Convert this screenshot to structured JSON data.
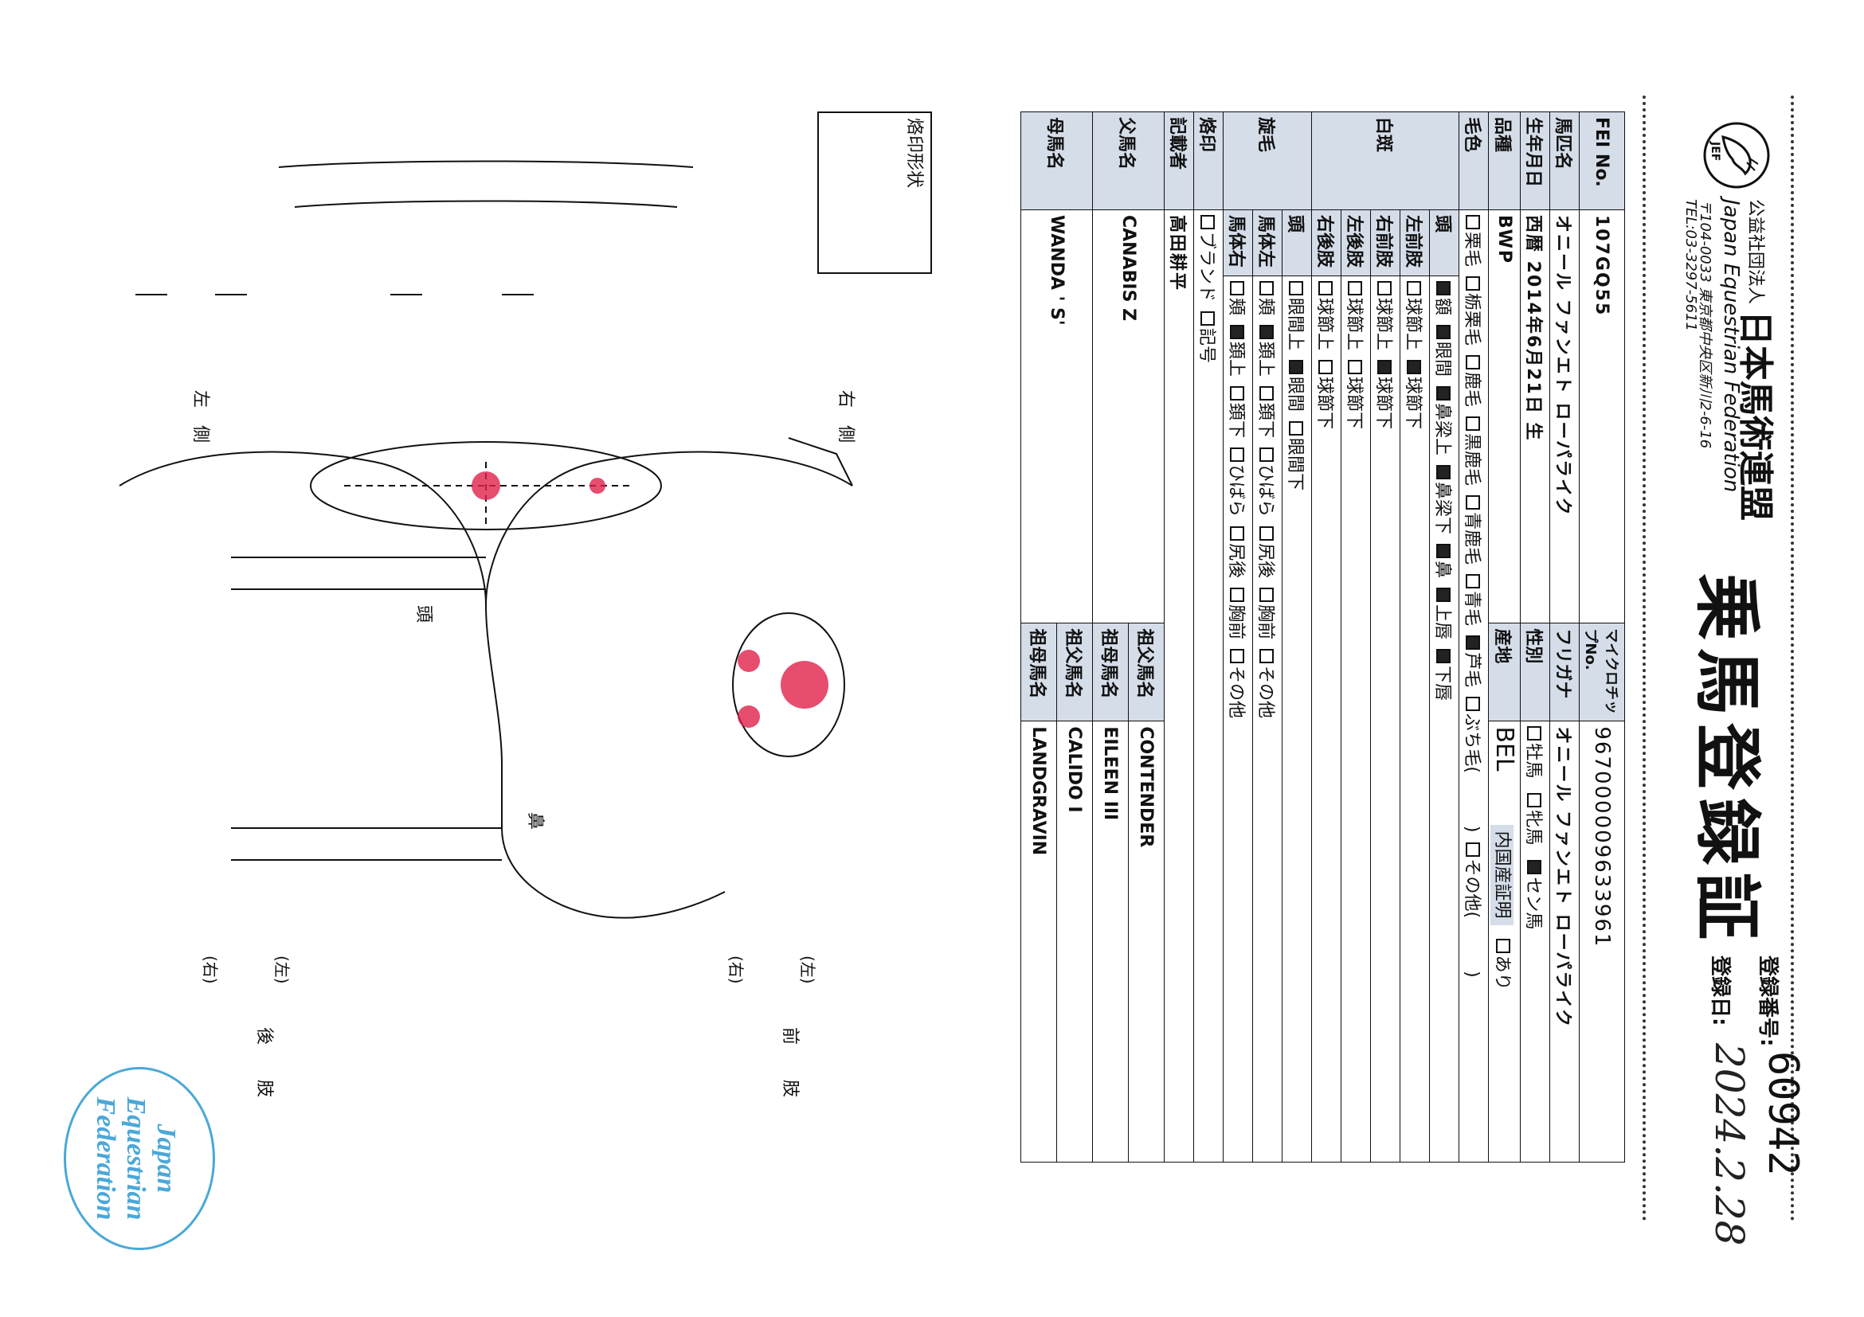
{
  "header": {
    "org_kind": "公益社団法人",
    "org_name": "日本馬術連盟",
    "org_en": "Japan Equestrian Federation",
    "org_address": "〒104-0033 東京都中央区新川2-6-16",
    "org_tel": "TEL:03-3297-5611",
    "logo_text": "JEF",
    "title": "乗馬登録証",
    "reg_no_label": "登録番号:",
    "reg_no": "60942",
    "reg_date_label": "登録日:",
    "reg_date": "2024.2.28"
  },
  "record": {
    "fei_label": "FEI No.",
    "fei_no": "107GQ55",
    "microchip_label": "マイクロチップNo.",
    "microchip": "967000009633961",
    "name_label": "馬匹名",
    "name": "オニール ファンエト ローパライク",
    "furigana_label": "フリガナ",
    "furigana": "オニール ファンエト ローパライク",
    "dob_label": "生年月日",
    "dob": "西暦 2014年6月21日 生",
    "sex_label": "性別",
    "sex_options": [
      {
        "label": "牡馬",
        "checked": false
      },
      {
        "label": "牝馬",
        "checked": false
      },
      {
        "label": "セン馬",
        "checked": true
      }
    ],
    "breed_label": "品種",
    "breed": "BWP",
    "origin_label": "産地",
    "origin": "BEL",
    "domestic_label": "内国産証明",
    "domestic_option": "あり",
    "color_label": "毛色",
    "colors": [
      {
        "label": "栗毛",
        "checked": false
      },
      {
        "label": "栃栗毛",
        "checked": false
      },
      {
        "label": "鹿毛",
        "checked": false
      },
      {
        "label": "黒鹿毛",
        "checked": false
      },
      {
        "label": "青鹿毛",
        "checked": false
      },
      {
        "label": "青毛",
        "checked": false
      },
      {
        "label": "芦毛",
        "checked": true
      },
      {
        "label": "ぶち毛(　　　)",
        "checked": false
      },
      {
        "label": "その他(　　　)",
        "checked": false
      }
    ],
    "white_label": "白斑",
    "white_groups": [
      {
        "label": "頭",
        "opts": [
          {
            "label": "額",
            "checked": true
          },
          {
            "label": "眼間",
            "checked": true
          },
          {
            "label": "鼻梁上",
            "checked": true
          },
          {
            "label": "鼻梁下",
            "checked": true
          },
          {
            "label": "鼻",
            "checked": true
          },
          {
            "label": "上唇",
            "checked": true
          },
          {
            "label": "下唇",
            "checked": true
          }
        ]
      },
      {
        "label": "左前肢",
        "opts": [
          {
            "label": "球節上",
            "checked": false
          },
          {
            "label": "球節下",
            "checked": true
          }
        ]
      },
      {
        "label": "右前肢",
        "opts": [
          {
            "label": "球節上",
            "checked": false
          },
          {
            "label": "球節下",
            "checked": true
          }
        ]
      },
      {
        "label": "左後肢",
        "opts": [
          {
            "label": "球節上",
            "checked": false
          },
          {
            "label": "球節下",
            "checked": false
          }
        ]
      },
      {
        "label": "右後肢",
        "opts": [
          {
            "label": "球節上",
            "checked": false
          },
          {
            "label": "球節下",
            "checked": false
          }
        ]
      }
    ],
    "whorl_label": "旋毛",
    "whorl_groups": [
      {
        "label": "頭",
        "opts": [
          {
            "label": "眼間上",
            "checked": false
          },
          {
            "label": "眼間",
            "checked": true
          },
          {
            "label": "眼間下",
            "checked": false
          }
        ]
      },
      {
        "label": "馬体左",
        "opts": [
          {
            "label": "頬",
            "checked": false
          },
          {
            "label": "頚上",
            "checked": true
          },
          {
            "label": "頚下",
            "checked": false
          },
          {
            "label": "ひばら",
            "checked": false
          },
          {
            "label": "尻後",
            "checked": false
          },
          {
            "label": "胸前",
            "checked": false
          },
          {
            "label": "その他",
            "checked": false
          }
        ]
      },
      {
        "label": "馬体右",
        "opts": [
          {
            "label": "頬",
            "checked": false
          },
          {
            "label": "頚上",
            "checked": true
          },
          {
            "label": "頚下",
            "checked": false
          },
          {
            "label": "ひばら",
            "checked": false
          },
          {
            "label": "尻後",
            "checked": false
          },
          {
            "label": "胸前",
            "checked": false
          },
          {
            "label": "その他",
            "checked": false
          }
        ]
      }
    ],
    "brand_label": "烙印",
    "brand_options": [
      {
        "label": "ブランド",
        "checked": false
      },
      {
        "label": "記号",
        "checked": false
      }
    ],
    "recorder_label": "記載者",
    "recorder": "高田耕平",
    "sire_label": "父馬名",
    "sire": "CANABIS Z",
    "gs1_label": "祖父馬名",
    "gs1": "CONTENDER",
    "gd1_label": "祖母馬名",
    "gd1": "EILEEN III",
    "dam_label": "母馬名",
    "dam": "WANDA ' S'",
    "gs2_label": "祖父馬名",
    "gs2": "CALIDO I",
    "gd2_label": "祖母馬名",
    "gd2": "LANDGRAVIN"
  },
  "diagram": {
    "brand_shape_label": "烙印形状",
    "right_side": "右　側",
    "left_side": "左　側",
    "head": "頭",
    "nose": "鼻",
    "front_legs": "前　　肢",
    "hind_legs": "後　　肢",
    "leg_left": "(左)",
    "leg_right": "(右)",
    "stamp": [
      "Japan",
      "Equestrian",
      "Federation"
    ],
    "mark_color": "#e0204a"
  }
}
